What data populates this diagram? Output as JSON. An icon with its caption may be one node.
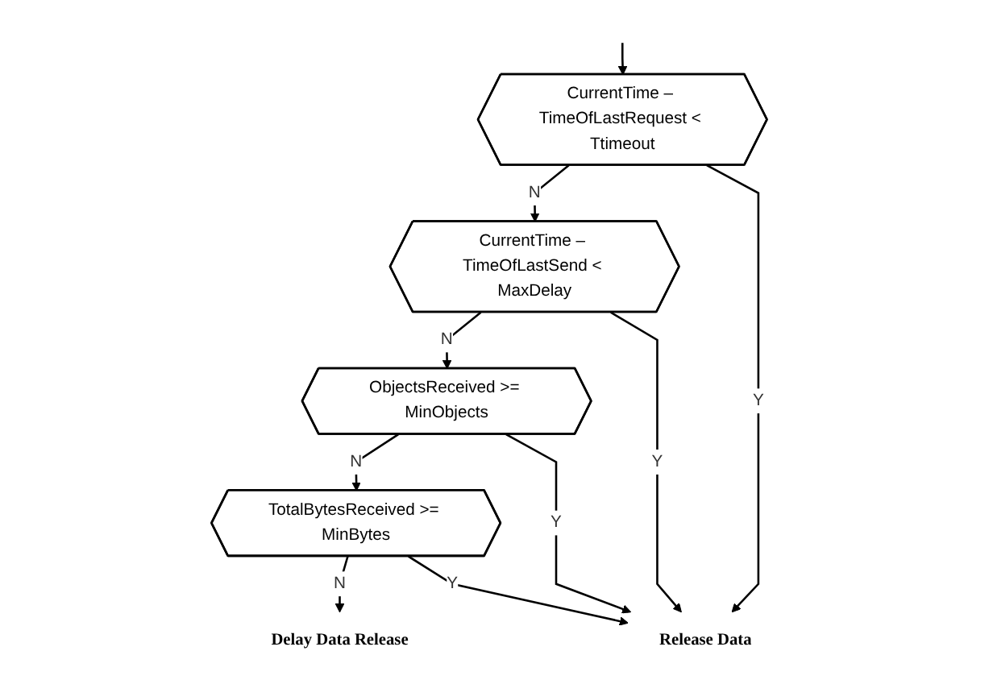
{
  "diagram": {
    "nodes": [
      {
        "text": [
          "CurrentTime – TimeOfLastRequest < Ttimeout"
        ]
      },
      {
        "text": [
          "CurrentTime – TimeOfLastSend < MaxDelay"
        ]
      },
      {
        "text": [
          "ObjectsReceived >= MinObjects"
        ]
      },
      {
        "text": [
          "TotalBytesReceived >= MinBytes"
        ]
      },
      {
        "text": [
          "Delay Data Release"
        ]
      },
      {
        "text": [
          "Release Data"
        ]
      }
    ],
    "edges": [
      {
        "from": null,
        "to": 0,
        "arrow": "to"
      },
      {
        "from": 0,
        "to": 1,
        "label": "N",
        "arrow": "to"
      },
      {
        "from": 1,
        "to": 2,
        "label": "N",
        "arrow": "to"
      },
      {
        "from": 2,
        "to": 3,
        "label": "N",
        "arrow": "to"
      },
      {
        "from": 3,
        "to": 4,
        "label": "N",
        "arrow": "to"
      },
      {
        "from": 0,
        "to": 5,
        "label": "Y",
        "arrow": "to"
      },
      {
        "from": 1,
        "to": 5,
        "label": "Y",
        "arrow": "to"
      },
      {
        "from": 2,
        "to": 5,
        "label": "Y",
        "arrow": "to"
      },
      {
        "from": 3,
        "to": 5,
        "label": "Y",
        "arrow": "to"
      }
    ]
  }
}
